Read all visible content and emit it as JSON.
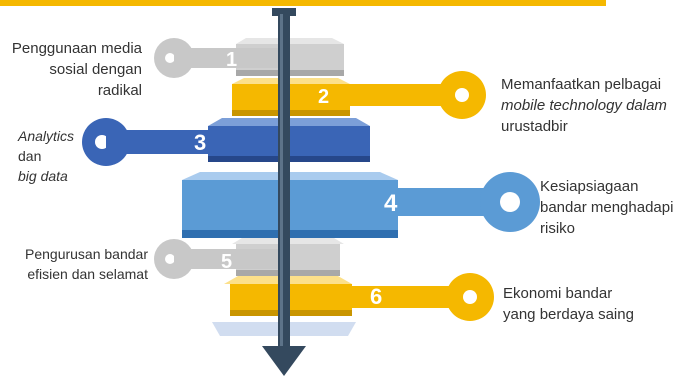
{
  "colors": {
    "gold": "#f5b800",
    "gray": "#c8c8c8",
    "blue_dark": "#3a65b6",
    "blue_light": "#5b9bd5",
    "arrow": "#34495e"
  },
  "items": [
    {
      "number": "1",
      "color": "gray",
      "lines": [
        "Penggunaan media",
        "sosial dengan",
        "radikal"
      ]
    },
    {
      "number": "2",
      "color": "gold",
      "lines": [
        "Memanfaatkan pelbagai",
        "mobile technology dalam",
        "urustadbir"
      ]
    },
    {
      "number": "3",
      "color": "blue_dark",
      "lines": [
        "Analytics",
        "dan",
        "big data"
      ]
    },
    {
      "number": "4",
      "color": "blue_light",
      "lines": [
        "Kesiapsiagaan",
        "bandar menghadapi",
        "risiko"
      ]
    },
    {
      "number": "5",
      "color": "gray",
      "lines": [
        "Pengurusan bandar",
        "efisien dan selamat"
      ]
    },
    {
      "number": "6",
      "color": "gold",
      "lines": [
        "Ekonomi bandar",
        "yang berdaya saing"
      ]
    }
  ]
}
